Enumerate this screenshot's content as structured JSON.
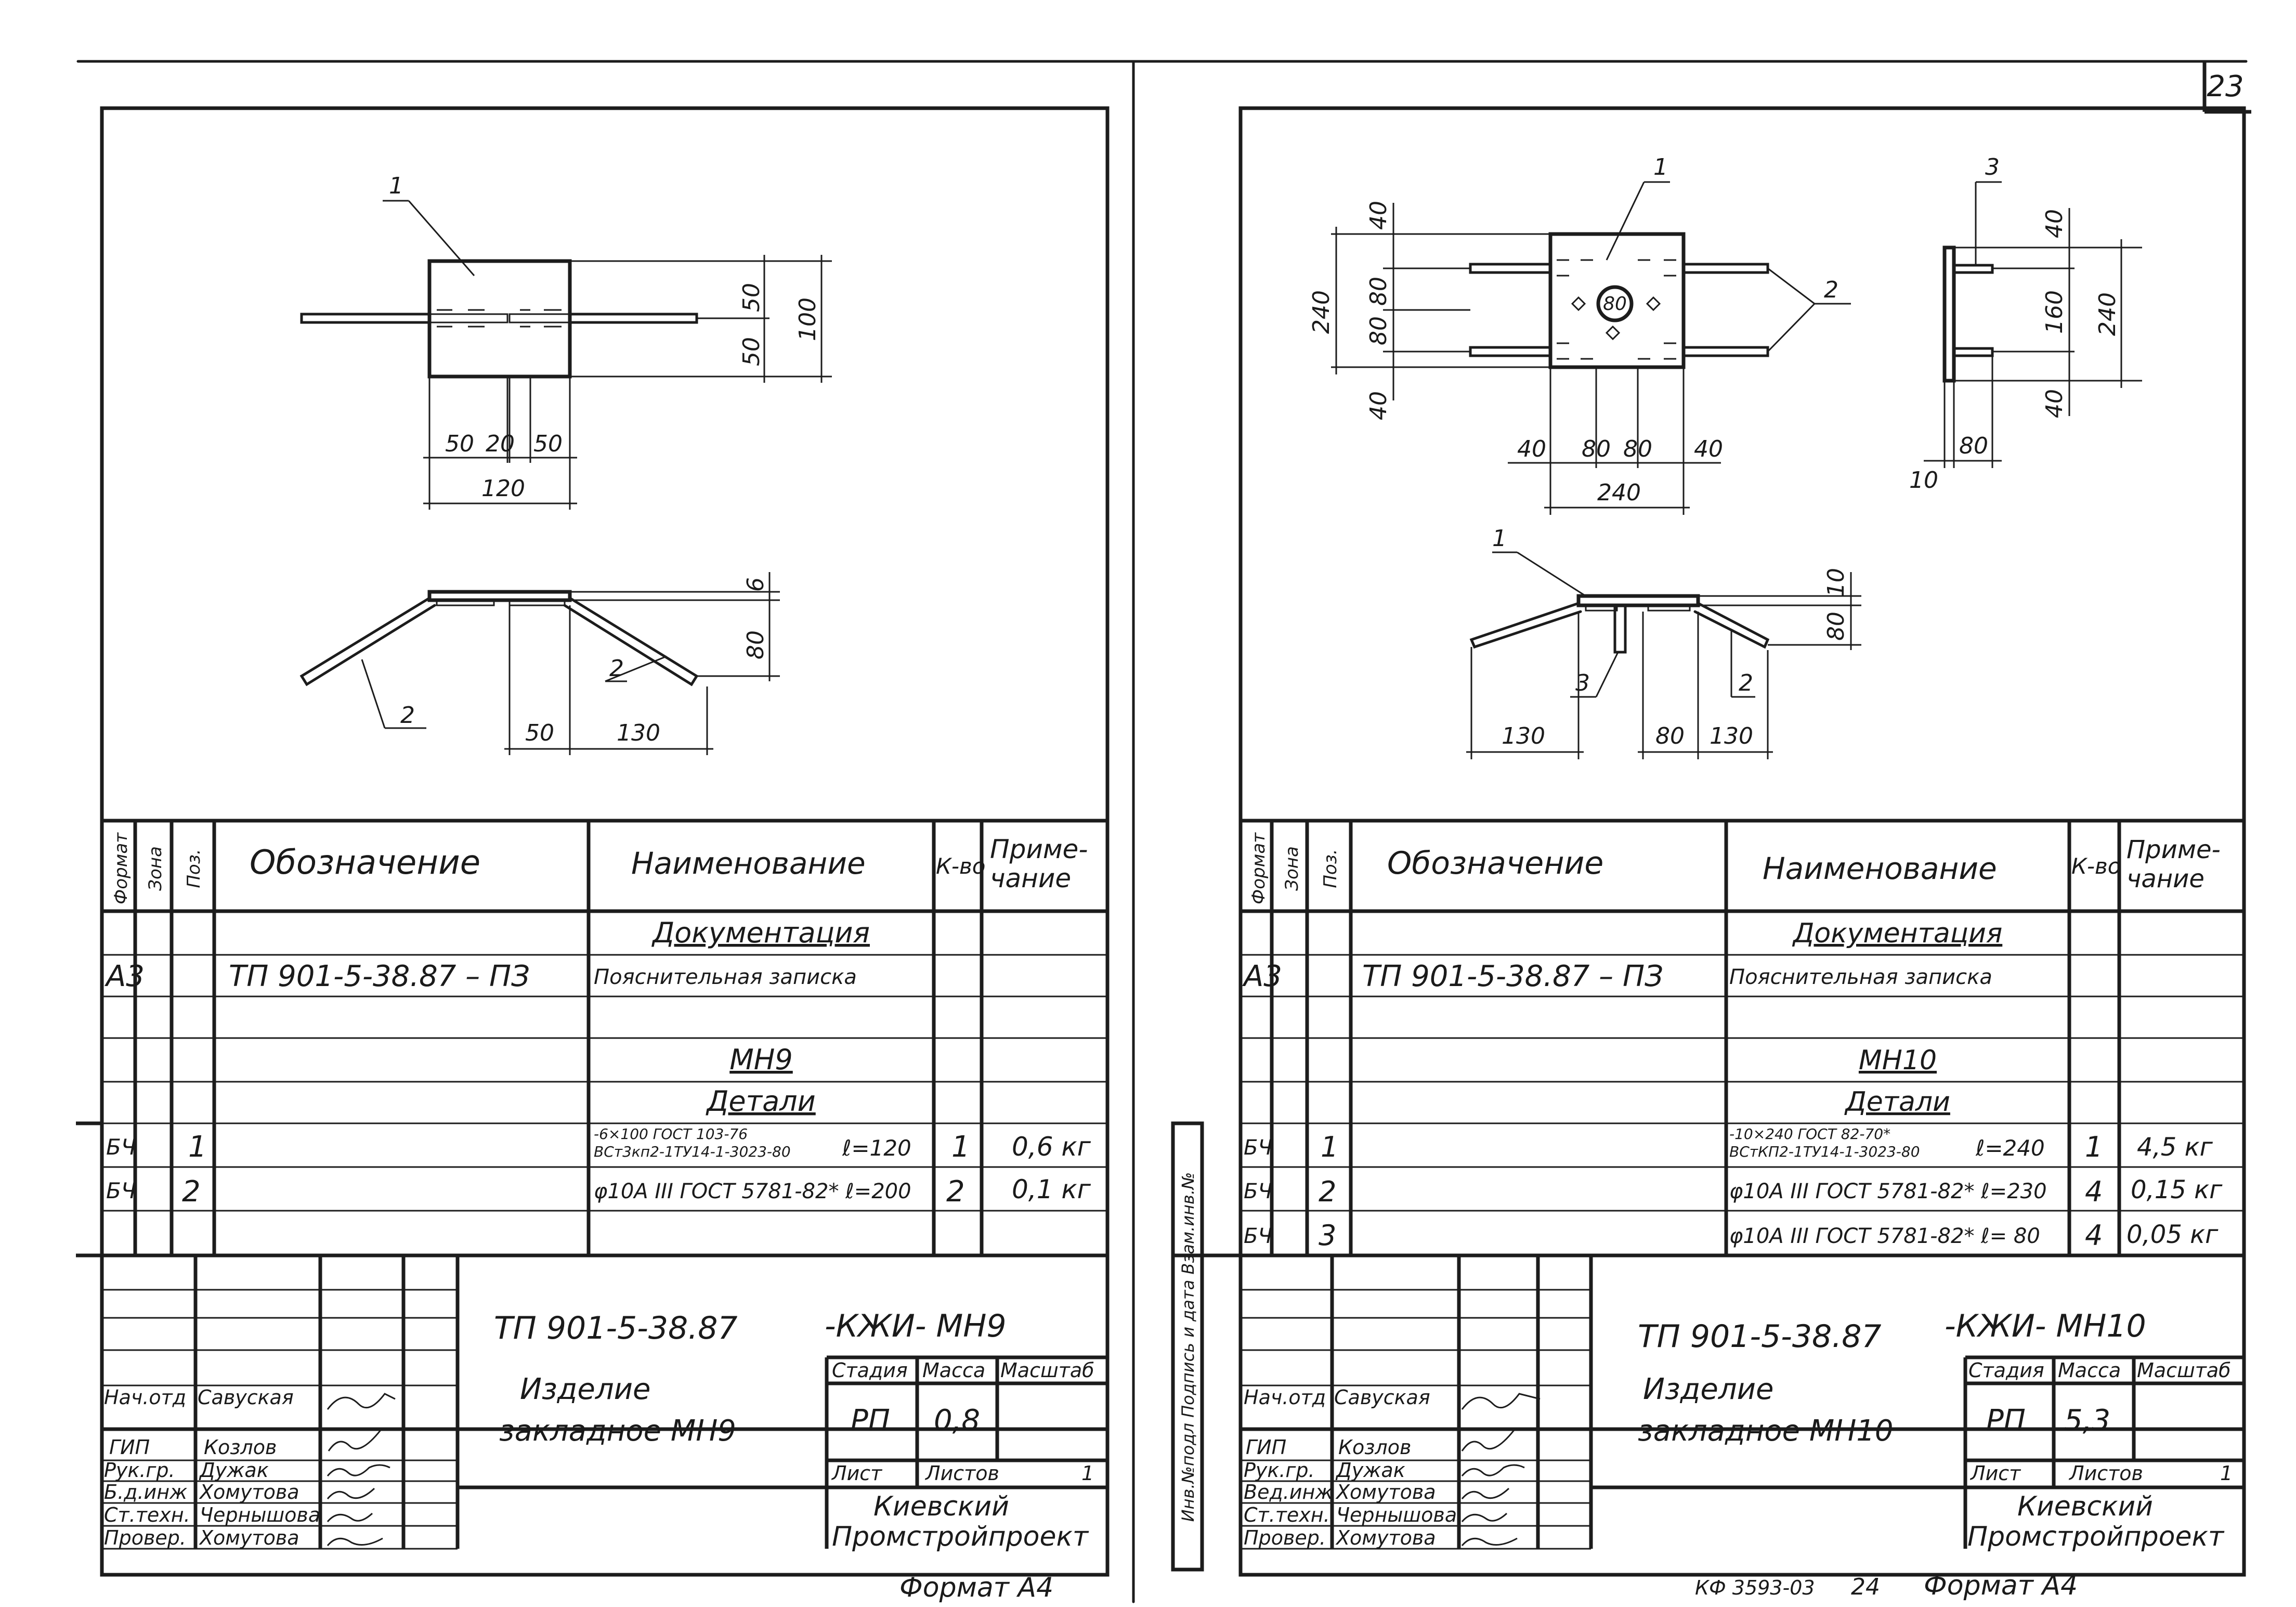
{
  "sheet_number": "23",
  "bottom_code": "КФ 3593-03",
  "bottom_num": "24",
  "side_stamp": "Инв.№подл Подпись и дата Взам.инв.№",
  "common": {
    "headers": {
      "format": "Формат",
      "zone": "Зона",
      "pos": "Поз.",
      "designation": "Обозначение",
      "name": "Наименование",
      "qty": "К-во",
      "note1": "Приме-",
      "note2": "чание"
    },
    "stage_label": "Стадия",
    "mass_label": "Масса",
    "scale_label": "Масштаб",
    "sheet_label": "Лист",
    "sheets_label": "Листов",
    "org1": "Киевский",
    "org2": "Промстройпроект",
    "format_a4": "Формат А4"
  },
  "left": {
    "dims": {
      "plan_h1": "50",
      "plan_h2": "50",
      "plan_h": "100",
      "plan_w1": "50",
      "plan_w2": "20",
      "plan_w3": "50",
      "plan_w": "120",
      "sec_t": "6",
      "sec_h": "80",
      "sec_w1": "50",
      "sec_w2": "130"
    },
    "callouts": {
      "c1": "1",
      "c2a": "2",
      "c2b": "2"
    },
    "rows": [
      {
        "fmt": "",
        "pos": "",
        "des": "",
        "name": "Документация",
        "qty": "",
        "note": ""
      },
      {
        "fmt": "А3",
        "pos": "",
        "des": "ТП 901-5-38.87 – ПЗ",
        "name": "Пояснительная записка",
        "qty": "",
        "note": ""
      },
      {
        "fmt": "",
        "pos": "",
        "des": "",
        "name": "",
        "qty": "",
        "note": ""
      },
      {
        "fmt": "",
        "pos": "",
        "des": "",
        "name": "МН9",
        "qty": "",
        "note": ""
      },
      {
        "fmt": "",
        "pos": "",
        "des": "",
        "name": "Детали",
        "qty": "",
        "note": ""
      },
      {
        "fmt": "БЧ",
        "pos": "1",
        "des": "",
        "name_a": "-6×100 ГОСТ 103-76",
        "name_b": "ВСт3кп2-1ТУ14-1-3023-80",
        "name_c": "ℓ=120",
        "qty": "1",
        "note": "0,6 кг"
      },
      {
        "fmt": "БЧ",
        "pos": "2",
        "des": "",
        "name": "φ10А III ГОСТ 5781-82* ℓ=200",
        "qty": "2",
        "note": "0,1 кг"
      }
    ],
    "title_doc": "ТП 901-5-38.87",
    "title_code": "-КЖИ- МН9",
    "title_name1": "Изделие",
    "title_name2": "закладное МН9",
    "stage": "РП",
    "mass": "0,8",
    "scale": "",
    "sheet": "",
    "sheets": "1",
    "staff": [
      {
        "role": "Нач.отд",
        "name": "Савуская"
      },
      {
        "role": "ГИП",
        "name": "Козлов"
      },
      {
        "role": "Рук.гр.",
        "name": "Дужак"
      },
      {
        "role": "Б.д.инж",
        "name": "Хомутова"
      },
      {
        "role": "Ст.техн.",
        "name": "Чернышова"
      },
      {
        "role": "Провер.",
        "name": "Хомутова"
      }
    ]
  },
  "right": {
    "dims": {
      "v40a": "40",
      "v80a": "80",
      "v80b": "80",
      "v240": "240",
      "v40b": "40",
      "h40a": "40",
      "h80a": "80",
      "h80b": "80",
      "h40b": "40",
      "h240": "240",
      "s40a": "40",
      "s160": "160",
      "s240": "240",
      "s40b": "40",
      "s10": "10",
      "s80": "80",
      "sec_t": "10",
      "sec_h": "80",
      "sec_w1": "130",
      "sec_w2": "80",
      "sec_w3": "130",
      "hole": "80"
    },
    "callouts": {
      "c1a": "1",
      "c1b": "1",
      "c2a": "2",
      "c2b": "2",
      "c3a": "3",
      "c3b": "3"
    },
    "rows": [
      {
        "fmt": "",
        "pos": "",
        "des": "",
        "name": "Документация",
        "qty": "",
        "note": ""
      },
      {
        "fmt": "А3",
        "pos": "",
        "des": "ТП 901-5-38.87 – ПЗ",
        "name": "Пояснительная записка",
        "qty": "",
        "note": ""
      },
      {
        "fmt": "",
        "pos": "",
        "des": "",
        "name": "",
        "qty": "",
        "note": ""
      },
      {
        "fmt": "",
        "pos": "",
        "des": "",
        "name": "МН10",
        "qty": "",
        "note": ""
      },
      {
        "fmt": "",
        "pos": "",
        "des": "",
        "name": "Детали",
        "qty": "",
        "note": ""
      },
      {
        "fmt": "БЧ",
        "pos": "1",
        "des": "",
        "name_a": "-10×240 ГОСТ 82-70*",
        "name_b": "ВСтКП2-1ТУ14-1-3023-80",
        "name_c": "ℓ=240",
        "qty": "1",
        "note": "4,5 кг"
      },
      {
        "fmt": "БЧ",
        "pos": "2",
        "des": "",
        "name": "φ10А III ГОСТ 5781-82* ℓ=230",
        "qty": "4",
        "note": "0,15 кг"
      },
      {
        "fmt": "БЧ",
        "pos": "3",
        "des": "",
        "name": "φ10А III ГОСТ 5781-82* ℓ= 80",
        "qty": "4",
        "note": "0,05 кг"
      }
    ],
    "title_doc": "ТП 901-5-38.87",
    "title_code": "-КЖИ- МН10",
    "title_name1": "Изделие",
    "title_name2": "закладное МН10",
    "stage": "РП",
    "mass": "5,3",
    "scale": "",
    "sheet": "",
    "sheets": "1",
    "staff": [
      {
        "role": "Нач.отд",
        "name": "Савуская"
      },
      {
        "role": "ГИП",
        "name": "Козлов"
      },
      {
        "role": "Рук.гр.",
        "name": "Дужак"
      },
      {
        "role": "Вед.инж",
        "name": "Хомутова"
      },
      {
        "role": "Ст.техн.",
        "name": "Чернышова"
      },
      {
        "role": "Провер.",
        "name": "Хомутова"
      }
    ]
  }
}
